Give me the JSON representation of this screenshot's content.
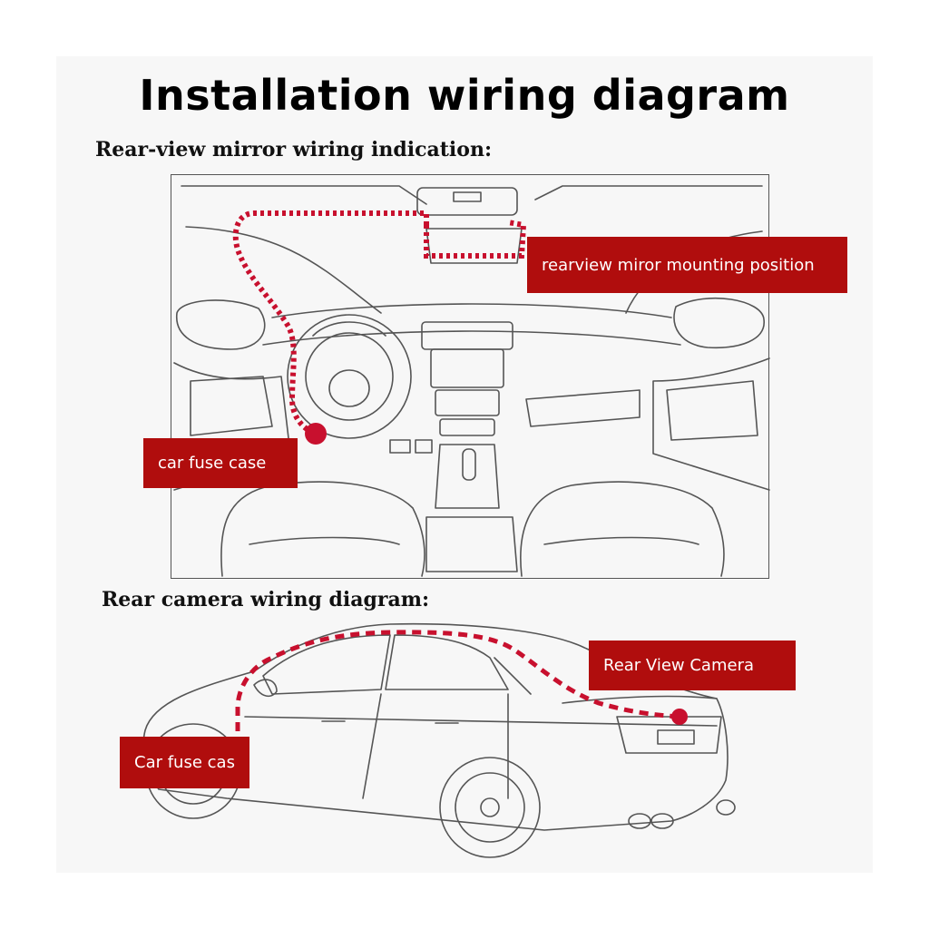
{
  "title": "Installation wiring diagram",
  "sections": {
    "mirror": {
      "heading": "Rear-view mirror wiring indication:",
      "labels": {
        "mirror_position": "rearview miror mounting position",
        "fuse_case": "car fuse case"
      }
    },
    "camera": {
      "heading": "Rear camera wiring diagram:",
      "labels": {
        "camera": "Rear View Camera",
        "fuse_case": "Car fuse  cas"
      }
    }
  },
  "colors": {
    "accent": "#b00d0d",
    "wire": "#c8102e",
    "line_art": "#555555"
  }
}
